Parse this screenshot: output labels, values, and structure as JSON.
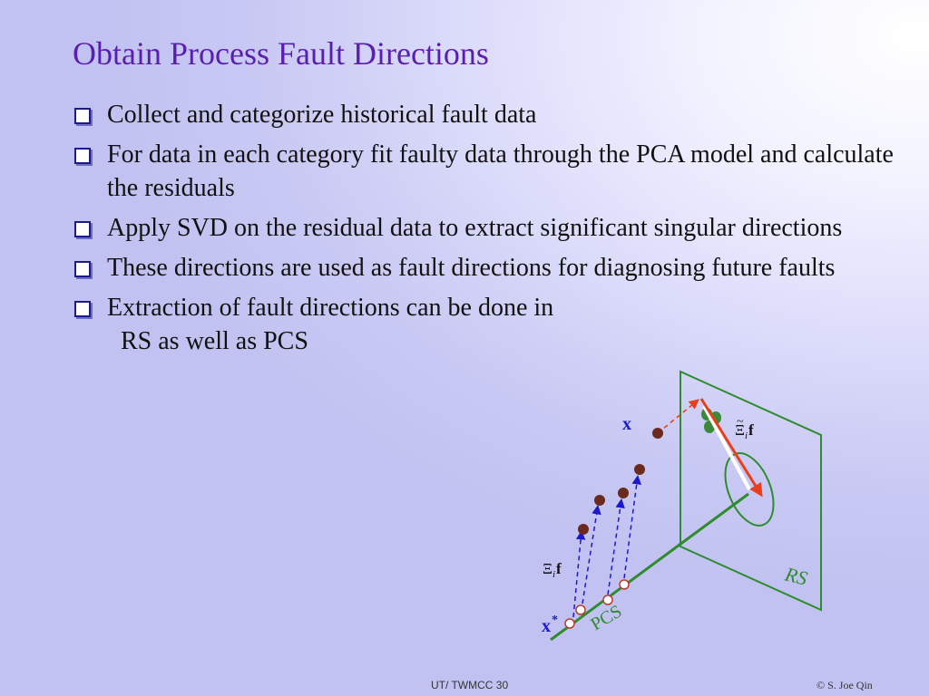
{
  "title": "Obtain Process Fault Directions",
  "bullets": [
    {
      "text": "Collect and categorize historical fault data"
    },
    {
      "text": "For data in each category fit faulty data through the PCA model and calculate the residuals"
    },
    {
      "text": "Apply SVD on the residual data to extract significant singular directions"
    },
    {
      "text": "These directions are used as fault directions for diagnosing future faults"
    },
    {
      "text": "Extraction of fault directions can be done in",
      "continuation": "RS as well as PCS"
    }
  ],
  "diagram": {
    "label_x": "x",
    "label_xstar_base": "x",
    "label_xstar_sup": "*",
    "label_xi_base": "Ξ",
    "label_xi_sub": "i",
    "label_xi_f": "f",
    "label_xitilde_base": "Ξ",
    "label_xitilde_mark": "~",
    "label_xitilde_sub": "i",
    "label_xitilde_f": "f",
    "label_rs": "RS",
    "label_pcs": "PCS"
  },
  "footer": {
    "center": "UT/ TWMCC  30",
    "right": "© S. Joe Qin"
  },
  "colors": {
    "title": "#5b1fb0",
    "plane_line": "#2e8b2e",
    "dashed_arrow": "#1a1acc",
    "fault_arrow": "#e8401a",
    "point_fill": "#6b2a1e"
  }
}
